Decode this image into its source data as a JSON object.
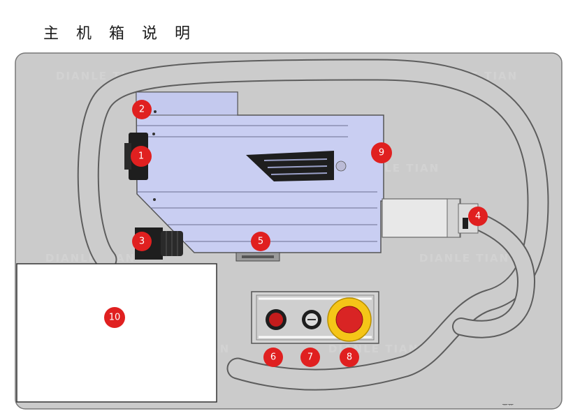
{
  "title": "主 机 箱 说 明",
  "watermark": "DIANLE TIAN",
  "markers": [
    "1",
    "2",
    "3",
    "4",
    "5",
    "6",
    "7",
    "8",
    "9",
    "10"
  ],
  "corner_note": "ᅲᅲ",
  "colors": {
    "housing": "#cccccc",
    "main_box": "#c8cdf2",
    "hose": "#c9c9c9",
    "marker": "#e02020",
    "emergency_stop": "#f5c518"
  }
}
